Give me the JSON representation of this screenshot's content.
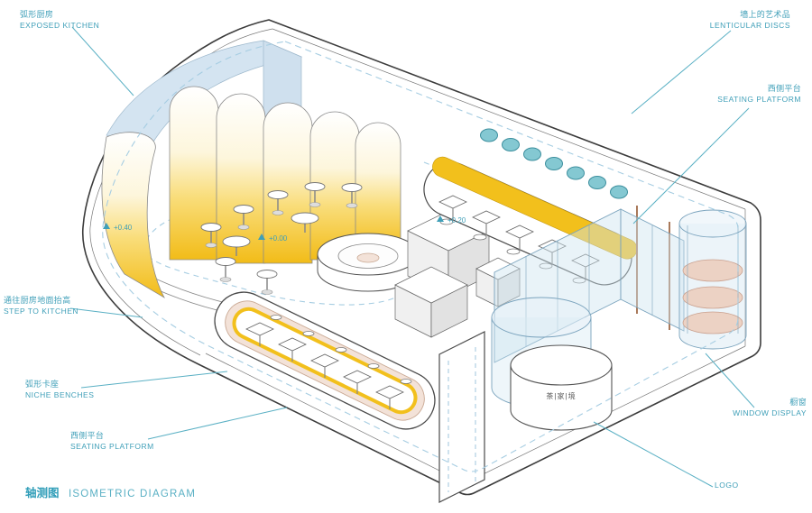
{
  "title": {
    "zh": "轴测图",
    "en": "ISOMETRIC DIAGRAM"
  },
  "annotations": {
    "exposed_kitchen": {
      "zh": "弧形厨房",
      "en": "EXPOSED KITCHEN"
    },
    "lenticular_discs": {
      "zh": "墙上的艺术品",
      "en": "LENTICULAR DISCS"
    },
    "seating_platform_right": {
      "zh": "西侧平台",
      "en": "SEATING PLATFORM"
    },
    "step_to_kitchen": {
      "zh": "通往厨房地面抬高",
      "en": "STEP TO KITCHEN"
    },
    "niche_benches": {
      "zh": "弧形卡座",
      "en": "NICHE BENCHES"
    },
    "seating_platform_left": {
      "zh": "西侧平台",
      "en": "SEATING PLATFORM"
    },
    "window_display": {
      "zh": "橱窗",
      "en": "WINDOW DISPLAY"
    },
    "logo": {
      "en": "LOGO"
    }
  },
  "levels": {
    "l1": "+0.40",
    "l2": "+0.00",
    "l3": "+0.20"
  },
  "kiosk": {
    "logo_text": "茶|家|境"
  },
  "colors": {
    "accent": "#3f9fb8",
    "yellow": "#f2c01c",
    "light_blue": "#cfe0ee",
    "dashed_blue": "#a6cde2",
    "teal_disc": "#84c8d2",
    "tan": "#f3e2d8"
  }
}
